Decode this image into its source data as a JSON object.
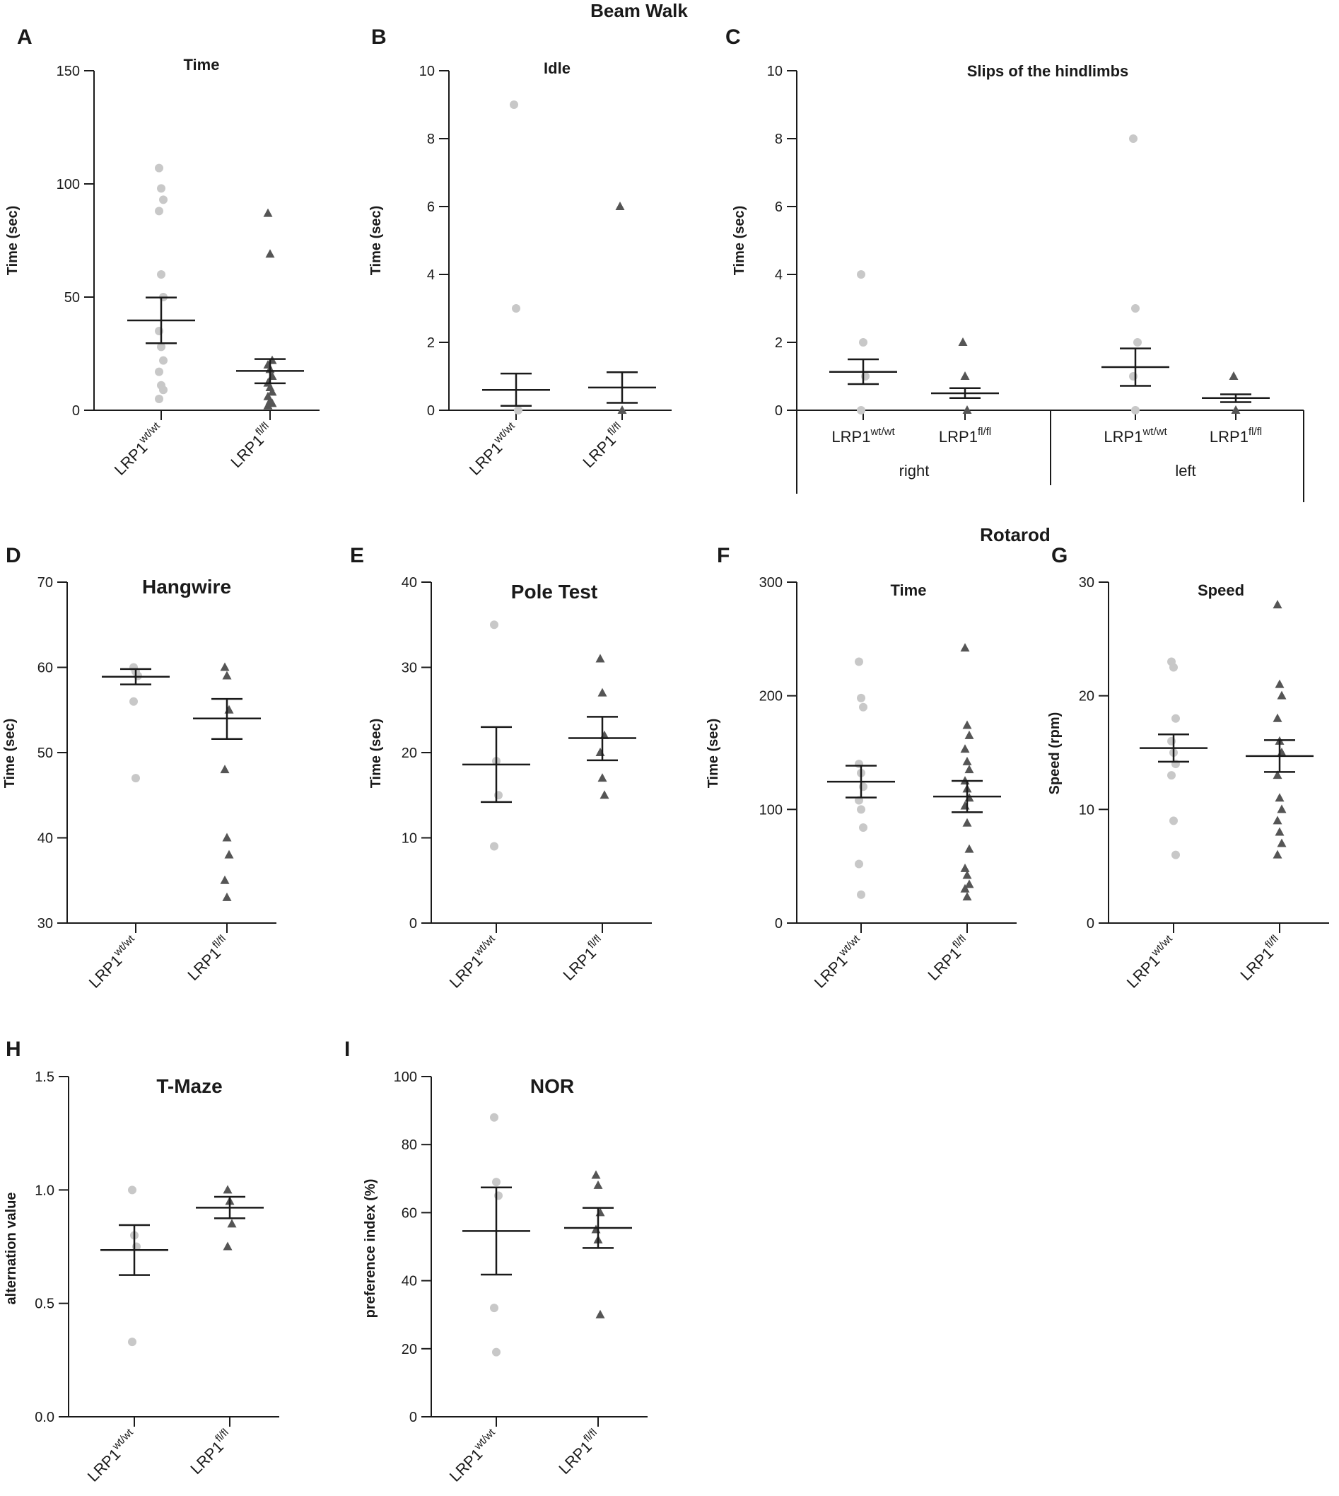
{
  "figure": {
    "groups": [
      "Beam Walk",
      "Rotarod"
    ]
  },
  "colors": {
    "wt": "#c8c8c8",
    "fl": "#555555",
    "axis": "#1a1a1a"
  },
  "chart_data": [
    {
      "id": "A",
      "panel": "A",
      "type": "scatter",
      "title": "Time",
      "ylabel": "Time (sec)",
      "ylim": [
        0,
        150
      ],
      "yticks": [
        0,
        50,
        100,
        150
      ],
      "groups": [
        {
          "label": "LRP1",
          "sup": "wt/wt",
          "marker": "circle",
          "points": [
            107,
            98,
            93,
            88,
            60,
            50,
            35,
            28,
            22,
            17,
            11,
            9,
            5
          ],
          "mean": 39.7,
          "sem_low": 29.6,
          "sem_high": 49.8
        },
        {
          "label": "LRP1",
          "sup": "fl/fl",
          "marker": "triangle",
          "points": [
            87,
            69,
            22,
            20,
            18,
            15,
            12,
            10,
            8,
            6,
            4,
            3,
            2
          ],
          "mean": 17.4,
          "sem_low": 11.9,
          "sem_high": 22.6
        }
      ]
    },
    {
      "id": "B",
      "panel": "B",
      "type": "scatter",
      "title": "Idle",
      "ylabel": "Time (sec)",
      "ylim": [
        0,
        10
      ],
      "yticks": [
        0,
        2,
        4,
        6,
        8,
        10
      ],
      "groups": [
        {
          "label": "LRP1",
          "sup": "wt/wt",
          "marker": "circle",
          "points": [
            9,
            3,
            0
          ],
          "mean": 0.6,
          "sem_low": 0.13,
          "sem_high": 1.08
        },
        {
          "label": "LRP1",
          "sup": "fl/fl",
          "marker": "triangle",
          "points": [
            6,
            0
          ],
          "mean": 0.67,
          "sem_low": 0.22,
          "sem_high": 1.12
        }
      ]
    },
    {
      "id": "C",
      "panel": "C",
      "type": "scatter",
      "title": "Slips of the hindlimbs",
      "ylabel": "Time (sec)",
      "ylim": [
        0,
        10
      ],
      "yticks": [
        0,
        2,
        4,
        6,
        8,
        10
      ],
      "group_labels": [
        "right",
        "left"
      ],
      "groups": [
        {
          "label": "LRP1",
          "sup": "wt/wt",
          "marker": "circle",
          "points": [
            4,
            2,
            1,
            0
          ],
          "mean": 1.13,
          "sem_low": 0.77,
          "sem_high": 1.5
        },
        {
          "label": "LRP1",
          "sup": "fl/fl",
          "marker": "triangle",
          "points": [
            2,
            1,
            0
          ],
          "mean": 0.5,
          "sem_low": 0.36,
          "sem_high": 0.65
        },
        {
          "label": "LRP1",
          "sup": "wt/wt",
          "marker": "circle",
          "points": [
            8,
            3,
            2,
            1,
            0
          ],
          "mean": 1.27,
          "sem_low": 0.72,
          "sem_high": 1.82
        },
        {
          "label": "LRP1",
          "sup": "fl/fl",
          "marker": "triangle",
          "points": [
            1,
            0
          ],
          "mean": 0.36,
          "sem_low": 0.24,
          "sem_high": 0.47
        }
      ]
    },
    {
      "id": "D",
      "panel": "D",
      "type": "scatter",
      "title": "Hangwire",
      "ylabel": "Time (sec)",
      "ylim": [
        30,
        70
      ],
      "yticks": [
        30,
        40,
        50,
        60,
        70
      ],
      "groups": [
        {
          "label": "LRP1",
          "sup": "wt/wt",
          "marker": "circle",
          "points": [
            60,
            59.5,
            59,
            56,
            47
          ],
          "mean": 58.9,
          "sem_low": 58.0,
          "sem_high": 59.8
        },
        {
          "label": "LRP1",
          "sup": "fl/fl",
          "marker": "triangle",
          "points": [
            60,
            59,
            55,
            48,
            40,
            38,
            35,
            33
          ],
          "mean": 54.0,
          "sem_low": 51.6,
          "sem_high": 56.3
        }
      ]
    },
    {
      "id": "E",
      "panel": "E",
      "type": "scatter",
      "title": "Pole Test",
      "ylabel": "Time (sec)",
      "ylim": [
        0,
        40
      ],
      "yticks": [
        0,
        10,
        20,
        30,
        40
      ],
      "groups": [
        {
          "label": "LRP1",
          "sup": "wt/wt",
          "marker": "circle",
          "points": [
            35,
            19,
            15,
            9
          ],
          "mean": 18.6,
          "sem_low": 14.2,
          "sem_high": 23.0
        },
        {
          "label": "LRP1",
          "sup": "fl/fl",
          "marker": "triangle",
          "points": [
            31,
            27,
            22,
            20,
            17,
            15
          ],
          "mean": 21.7,
          "sem_low": 19.1,
          "sem_high": 24.2
        }
      ]
    },
    {
      "id": "F",
      "panel": "F",
      "type": "scatter",
      "title": "Time",
      "ylabel": "Time (sec)",
      "ylim": [
        0,
        300
      ],
      "yticks": [
        0,
        100,
        200,
        300
      ],
      "groups": [
        {
          "label": "LRP1",
          "sup": "wt/wt",
          "marker": "circle",
          "points": [
            230,
            198,
            190,
            140,
            132,
            120,
            108,
            100,
            84,
            52,
            25
          ],
          "mean": 124.4,
          "sem_low": 110.5,
          "sem_high": 138.5
        },
        {
          "label": "LRP1",
          "sup": "fl/fl",
          "marker": "triangle",
          "points": [
            242,
            174,
            165,
            153,
            142,
            135,
            125,
            118,
            110,
            103,
            88,
            65,
            48,
            42,
            34,
            30,
            23
          ],
          "mean": 111.3,
          "sem_low": 97.6,
          "sem_high": 125.1
        }
      ]
    },
    {
      "id": "G",
      "panel": "G",
      "type": "scatter",
      "title": "Speed",
      "ylabel": "Speed (rpm)",
      "ylim": [
        0,
        30
      ],
      "yticks": [
        0,
        10,
        20,
        30
      ],
      "groups": [
        {
          "label": "LRP1",
          "sup": "wt/wt",
          "marker": "circle",
          "points": [
            23,
            22.5,
            18,
            16,
            15,
            14,
            13,
            9,
            6
          ],
          "mean": 15.4,
          "sem_low": 14.2,
          "sem_high": 16.6
        },
        {
          "label": "LRP1",
          "sup": "fl/fl",
          "marker": "triangle",
          "points": [
            28,
            21,
            20,
            18,
            16,
            15,
            13,
            11,
            10,
            9,
            8,
            7,
            6
          ],
          "mean": 14.7,
          "sem_low": 13.3,
          "sem_high": 16.1
        }
      ]
    },
    {
      "id": "H",
      "panel": "H",
      "type": "scatter",
      "title": "T-Maze",
      "ylabel": "alternation value",
      "ylim": [
        0,
        1.5
      ],
      "yticks": [
        "0.0",
        "0.5",
        "1.0",
        "1.5"
      ],
      "groups": [
        {
          "label": "LRP1",
          "sup": "wt/wt",
          "marker": "circle",
          "points": [
            1.0,
            0.8,
            0.75,
            0.33
          ],
          "mean": 0.735,
          "sem_low": 0.625,
          "sem_high": 0.845
        },
        {
          "label": "LRP1",
          "sup": "fl/fl",
          "marker": "triangle",
          "points": [
            1.0,
            0.95,
            0.85,
            0.75
          ],
          "mean": 0.922,
          "sem_low": 0.875,
          "sem_high": 0.97
        }
      ]
    },
    {
      "id": "I",
      "panel": "I",
      "type": "scatter",
      "title": "NOR",
      "ylabel": "preference index (%)",
      "ylim": [
        0,
        100
      ],
      "yticks": [
        0,
        20,
        40,
        60,
        80,
        100
      ],
      "groups": [
        {
          "label": "LRP1",
          "sup": "wt/wt",
          "marker": "circle",
          "points": [
            88,
            69,
            65,
            32,
            19
          ],
          "mean": 54.6,
          "sem_low": 41.8,
          "sem_high": 67.4
        },
        {
          "label": "LRP1",
          "sup": "fl/fl",
          "marker": "triangle",
          "points": [
            71,
            68,
            60,
            55,
            52,
            30
          ],
          "mean": 55.5,
          "sem_low": 49.6,
          "sem_high": 61.4
        }
      ]
    }
  ]
}
